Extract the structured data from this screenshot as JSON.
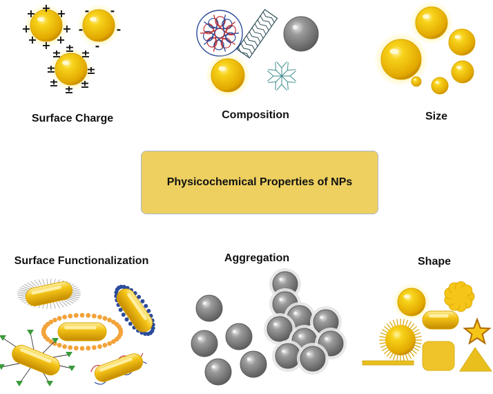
{
  "labels": {
    "surface_charge": "Surface Charge",
    "composition": "Composition",
    "size": "Size",
    "center": "Physicochemical Properties of NPs",
    "surface_functionalization": "Surface Functionalization",
    "aggregation": "Aggregation",
    "shape": "Shape"
  },
  "charge_signs": {
    "positive": "+",
    "negative": "-",
    "mixed": "±"
  },
  "colors": {
    "gold": "#f5c518",
    "gold_dark": "#d9a400",
    "gold_light": "#ffe680",
    "glow": "#fff3a6",
    "grey": "#8c8c8c",
    "grey_dark": "#5a5a5a",
    "grey_light": "#c8c8c8",
    "box_fill": "#eed060",
    "box_border": "#a9b7cc",
    "lipid_orange": "#f2a33a",
    "polymer_blue": "#2c4b9a",
    "polymer_red": "#c43535",
    "ligand_green": "#3a9a3a",
    "shell_white": "#e6e6e6"
  }
}
